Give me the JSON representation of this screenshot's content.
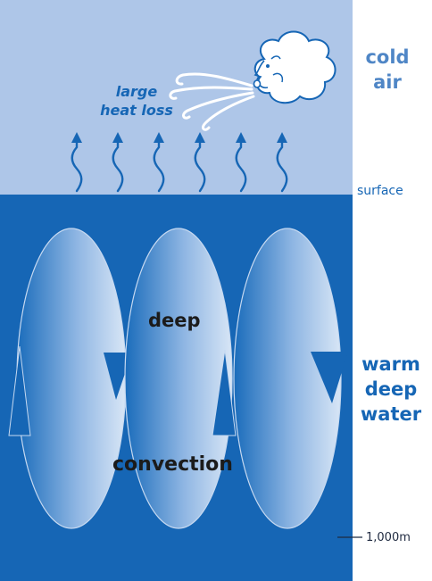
{
  "labels": {
    "cold_air": [
      "cold",
      "air"
    ],
    "heat_loss": [
      "large",
      "heat loss"
    ],
    "surface": "surface",
    "warm_deep_water": [
      "warm",
      "deep",
      "water"
    ],
    "depth_marker": "1,000m",
    "deep": "deep",
    "convection": "convection"
  },
  "colors": {
    "sky": "#aec6e8",
    "ocean": "#1666b5",
    "cell_highlight": "#cfe0f4",
    "arrow": "#1666b5",
    "text_light": "#4f86c6",
    "text_dark": "#1b1b1b"
  },
  "icons": {
    "cloud": "cloud-face-icon",
    "wind": "wind-gust-icon",
    "heat_arrow": "wavy-up-arrow-icon"
  }
}
